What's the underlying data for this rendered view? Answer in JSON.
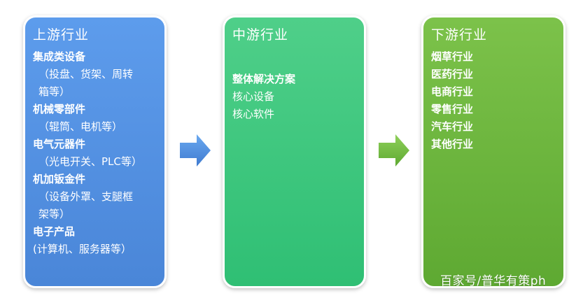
{
  "upstream": {
    "title": "上游行业",
    "items": [
      {
        "text": "集成类设备",
        "style": "bold"
      },
      {
        "text": "（投盘、货架、周转",
        "style": "detail"
      },
      {
        "text": "箱等）",
        "style": "detail"
      },
      {
        "text": "机械零部件",
        "style": "bold"
      },
      {
        "text": "（辊筒、电机等）",
        "style": "detail"
      },
      {
        "text": "电气元器件",
        "style": "bold"
      },
      {
        "text": "（光电开关、PLC等）",
        "style": "detail"
      },
      {
        "text": "机加钣金件",
        "style": "bold"
      },
      {
        "text": "（设备外罩、支腿框",
        "style": "detail"
      },
      {
        "text": "架等）",
        "style": "detail"
      },
      {
        "text": "电子产品",
        "style": "bold"
      },
      {
        "text": "(计算机、服务器等）",
        "style": "detail-flush"
      }
    ]
  },
  "midstream": {
    "title": "中游行业",
    "items": [
      {
        "text": "整体解决方案",
        "style": "bold"
      },
      {
        "text": "核心设备",
        "style": "plain"
      },
      {
        "text": "核心软件",
        "style": "plain"
      }
    ]
  },
  "downstream": {
    "title": "下游行业",
    "items": [
      {
        "text": "烟草行业",
        "style": "bold"
      },
      {
        "text": "医药行业",
        "style": "bold"
      },
      {
        "text": "电商行业",
        "style": "bold"
      },
      {
        "text": "零售行业",
        "style": "bold"
      },
      {
        "text": "汽车行业",
        "style": "bold"
      },
      {
        "text": "其他行业",
        "style": "bold"
      }
    ]
  },
  "watermark": "百家号/普华有策ph",
  "colors": {
    "upstream": "#4a86d8",
    "midstream": "#2fbf74",
    "downstream": "#5ea932",
    "arrow_blue": "#4a86d8",
    "arrow_green": "#6cb43f"
  }
}
